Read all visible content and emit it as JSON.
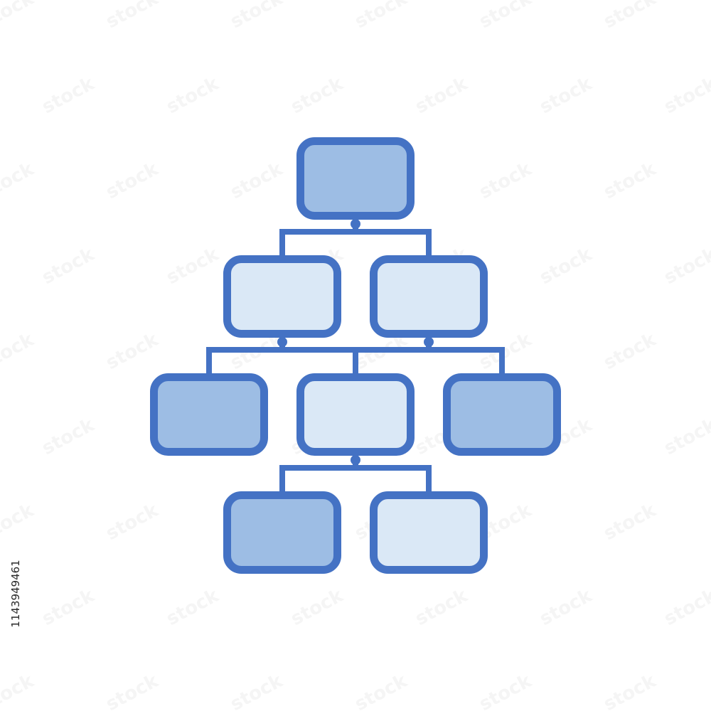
{
  "diagram": {
    "type": "org-chart-icon",
    "levels": [
      [
        {
          "id": "n1",
          "fill": "dark"
        }
      ],
      [
        {
          "id": "n2",
          "fill": "light"
        },
        {
          "id": "n3",
          "fill": "light"
        }
      ],
      [
        {
          "id": "n4",
          "fill": "dark"
        },
        {
          "id": "n5",
          "fill": "light"
        },
        {
          "id": "n6",
          "fill": "dark"
        }
      ],
      [
        {
          "id": "n7",
          "fill": "dark"
        },
        {
          "id": "n8",
          "fill": "light"
        }
      ]
    ],
    "edges": [
      [
        "n1",
        "n2"
      ],
      [
        "n1",
        "n3"
      ],
      [
        "n2",
        "n4"
      ],
      [
        "n2",
        "n5"
      ],
      [
        "n3",
        "n5"
      ],
      [
        "n3",
        "n6"
      ],
      [
        "n5",
        "n7"
      ],
      [
        "n5",
        "n8"
      ]
    ]
  },
  "colors": {
    "stroke": "#4472c4",
    "fill_dark": "#9dbde4",
    "fill_light": "#dae8f6",
    "background": "#ffffff"
  },
  "watermark": {
    "text": "stock"
  },
  "stock_id": "1143949461"
}
